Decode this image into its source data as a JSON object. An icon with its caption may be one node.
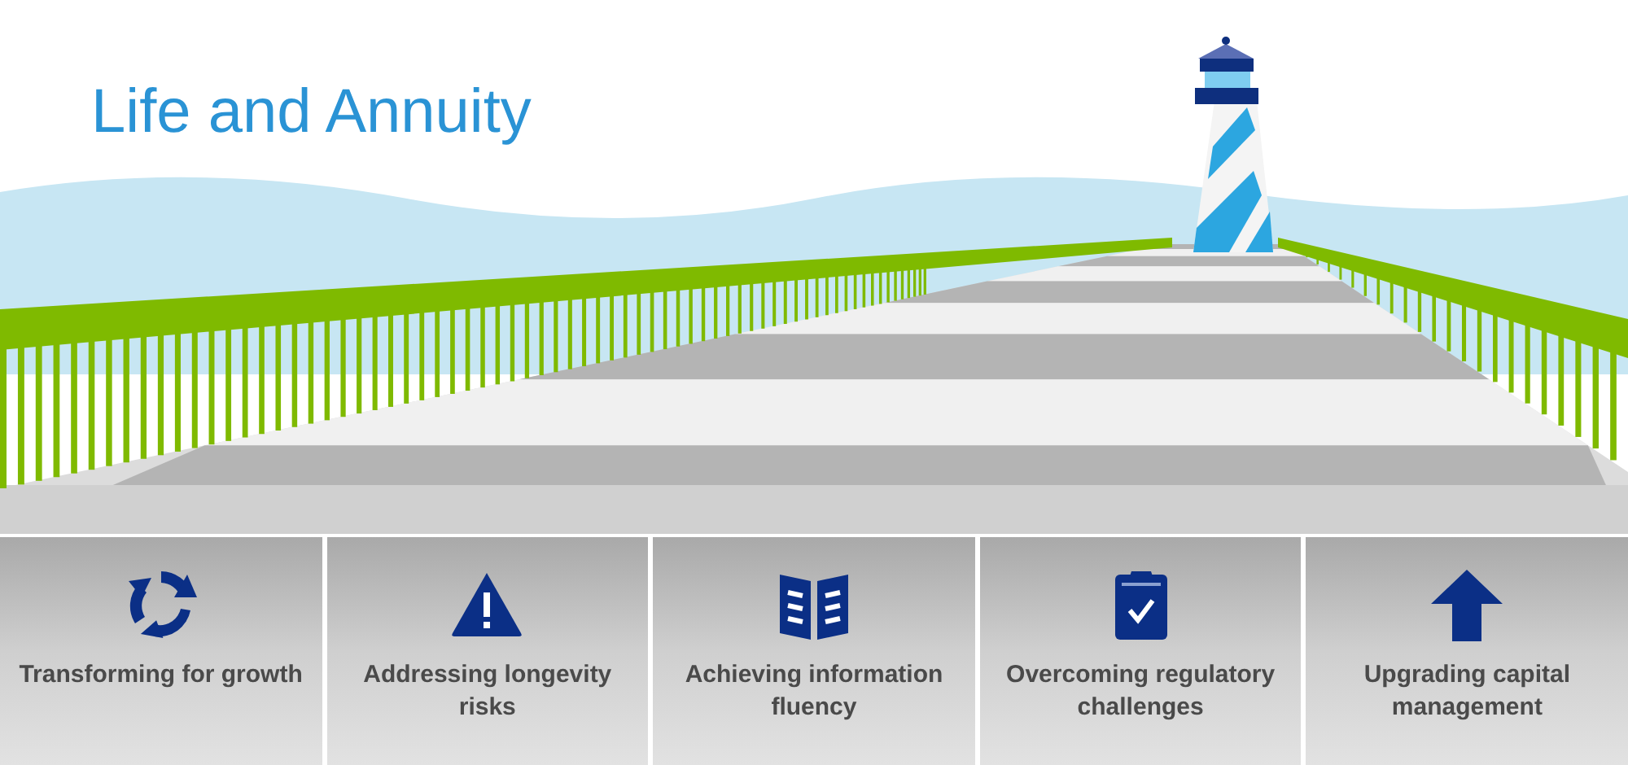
{
  "diagram": {
    "title": "Life and Annuity",
    "nodes": [
      {
        "text": [
          "Transforming for growth"
        ]
      },
      {
        "text": [
          "Addressing longevity risks"
        ]
      },
      {
        "text": [
          "Achieving information fluency"
        ]
      },
      {
        "text": [
          "Overcoming regulatory challenges"
        ]
      },
      {
        "text": [
          "Upgrading capital management"
        ]
      }
    ]
  }
}
